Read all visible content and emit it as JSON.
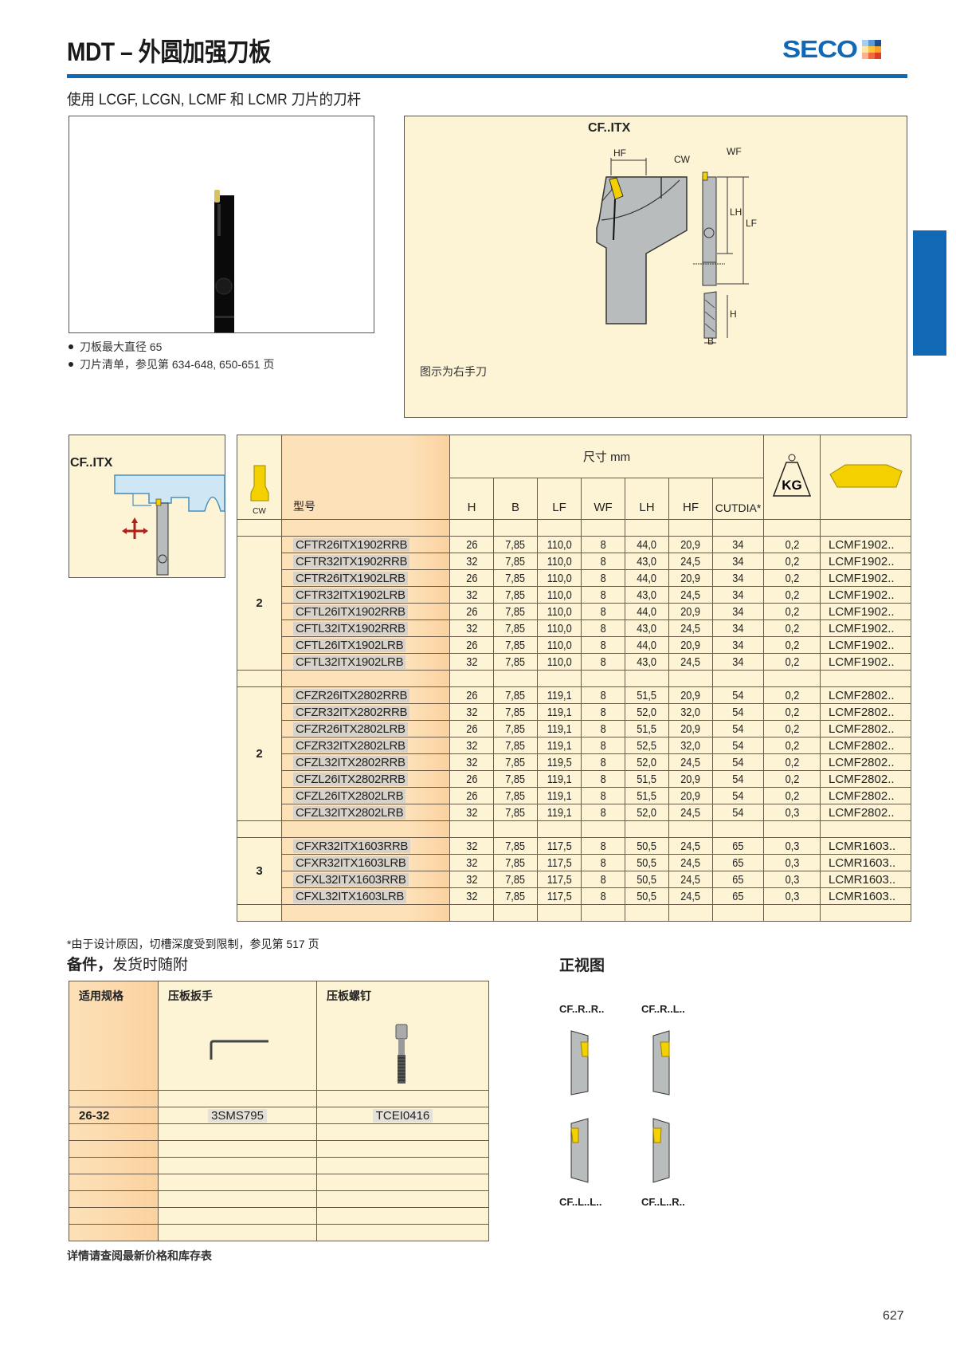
{
  "header": {
    "title": "MDT – 外圆加强刀板",
    "brand": "SECO",
    "brand_color": "#1168b5",
    "logo_colors": [
      "#a9cdee",
      "#5b9bd5",
      "#1d4f91",
      "#fde7a8",
      "#fbc43e",
      "#f5a623",
      "#f8b38e",
      "#f06a3b",
      "#e03d1e"
    ],
    "subtitle": "使用 LCGF, LCGN, LCMF 和 LCMR 刀片的刀杆"
  },
  "photo": {
    "icon": "tool-holder-photo",
    "bullets": [
      "刀板最大直径 65",
      "刀片清单，参见第 634-648, 650-651 页"
    ]
  },
  "diagram": {
    "title": "CF..ITX",
    "labels": {
      "hf": "HF",
      "cw": "CW",
      "wf": "WF",
      "lh": "LH",
      "lf": "LF",
      "h": "H",
      "b": "B"
    },
    "caption": "图示为右手刀"
  },
  "small_box": {
    "title": "CF..ITX",
    "icon": "grooving-application-diagram"
  },
  "main_table": {
    "cw_label": "CW",
    "model_header": "型号",
    "dims_group_header": "尺寸 mm",
    "columns": [
      "H",
      "B",
      "LF",
      "WF",
      "LH",
      "HF",
      "CUTDIA*"
    ],
    "weight_label": "KG",
    "insert_icon": "insert-shape-icon",
    "groups": [
      {
        "cw": "2",
        "rows": [
          {
            "model": "CFTR26ITX1902RRB",
            "H": "26",
            "B": "7,85",
            "LF": "110,0",
            "WF": "8",
            "LH": "44,0",
            "HF": "20,9",
            "CUTDIA": "34",
            "KG": "0,2",
            "insert": "LCMF1902.."
          },
          {
            "model": "CFTR32ITX1902RRB",
            "H": "32",
            "B": "7,85",
            "LF": "110,0",
            "WF": "8",
            "LH": "43,0",
            "HF": "24,5",
            "CUTDIA": "34",
            "KG": "0,2",
            "insert": "LCMF1902.."
          },
          {
            "model": "CFTR26ITX1902LRB",
            "H": "26",
            "B": "7,85",
            "LF": "110,0",
            "WF": "8",
            "LH": "44,0",
            "HF": "20,9",
            "CUTDIA": "34",
            "KG": "0,2",
            "insert": "LCMF1902.."
          },
          {
            "model": "CFTR32ITX1902LRB",
            "H": "32",
            "B": "7,85",
            "LF": "110,0",
            "WF": "8",
            "LH": "43,0",
            "HF": "24,5",
            "CUTDIA": "34",
            "KG": "0,2",
            "insert": "LCMF1902.."
          },
          {
            "model": "CFTL26ITX1902RRB",
            "H": "26",
            "B": "7,85",
            "LF": "110,0",
            "WF": "8",
            "LH": "44,0",
            "HF": "20,9",
            "CUTDIA": "34",
            "KG": "0,2",
            "insert": "LCMF1902.."
          },
          {
            "model": "CFTL32ITX1902RRB",
            "H": "32",
            "B": "7,85",
            "LF": "110,0",
            "WF": "8",
            "LH": "43,0",
            "HF": "24,5",
            "CUTDIA": "34",
            "KG": "0,2",
            "insert": "LCMF1902.."
          },
          {
            "model": "CFTL26ITX1902LRB",
            "H": "26",
            "B": "7,85",
            "LF": "110,0",
            "WF": "8",
            "LH": "44,0",
            "HF": "20,9",
            "CUTDIA": "34",
            "KG": "0,2",
            "insert": "LCMF1902.."
          },
          {
            "model": "CFTL32ITX1902LRB",
            "H": "32",
            "B": "7,85",
            "LF": "110,0",
            "WF": "8",
            "LH": "43,0",
            "HF": "24,5",
            "CUTDIA": "34",
            "KG": "0,2",
            "insert": "LCMF1902.."
          }
        ]
      },
      {
        "cw": "2",
        "rows": [
          {
            "model": "CFZR26ITX2802RRB",
            "H": "26",
            "B": "7,85",
            "LF": "119,1",
            "WF": "8",
            "LH": "51,5",
            "HF": "20,9",
            "CUTDIA": "54",
            "KG": "0,2",
            "insert": "LCMF2802.."
          },
          {
            "model": "CFZR32ITX2802RRB",
            "H": "32",
            "B": "7,85",
            "LF": "119,1",
            "WF": "8",
            "LH": "52,0",
            "HF": "32,0",
            "CUTDIA": "54",
            "KG": "0,2",
            "insert": "LCMF2802.."
          },
          {
            "model": "CFZR26ITX2802LRB",
            "H": "26",
            "B": "7,85",
            "LF": "119,1",
            "WF": "8",
            "LH": "51,5",
            "HF": "20,9",
            "CUTDIA": "54",
            "KG": "0,2",
            "insert": "LCMF2802.."
          },
          {
            "model": "CFZR32ITX2802LRB",
            "H": "32",
            "B": "7,85",
            "LF": "119,1",
            "WF": "8",
            "LH": "52,5",
            "HF": "32,0",
            "CUTDIA": "54",
            "KG": "0,2",
            "insert": "LCMF2802.."
          },
          {
            "model": "CFZL32ITX2802RRB",
            "H": "32",
            "B": "7,85",
            "LF": "119,5",
            "WF": "8",
            "LH": "52,0",
            "HF": "24,5",
            "CUTDIA": "54",
            "KG": "0,2",
            "insert": "LCMF2802.."
          },
          {
            "model": "CFZL26ITX2802RRB",
            "H": "26",
            "B": "7,85",
            "LF": "119,1",
            "WF": "8",
            "LH": "51,5",
            "HF": "20,9",
            "CUTDIA": "54",
            "KG": "0,2",
            "insert": "LCMF2802.."
          },
          {
            "model": "CFZL26ITX2802LRB",
            "H": "26",
            "B": "7,85",
            "LF": "119,1",
            "WF": "8",
            "LH": "51,5",
            "HF": "20,9",
            "CUTDIA": "54",
            "KG": "0,2",
            "insert": "LCMF2802.."
          },
          {
            "model": "CFZL32ITX2802LRB",
            "H": "32",
            "B": "7,85",
            "LF": "119,1",
            "WF": "8",
            "LH": "52,0",
            "HF": "24,5",
            "CUTDIA": "54",
            "KG": "0,3",
            "insert": "LCMF2802.."
          }
        ]
      },
      {
        "cw": "3",
        "rows": [
          {
            "model": "CFXR32ITX1603RRB",
            "H": "32",
            "B": "7,85",
            "LF": "117,5",
            "WF": "8",
            "LH": "50,5",
            "HF": "24,5",
            "CUTDIA": "65",
            "KG": "0,3",
            "insert": "LCMR1603.."
          },
          {
            "model": "CFXR32ITX1603LRB",
            "H": "32",
            "B": "7,85",
            "LF": "117,5",
            "WF": "8",
            "LH": "50,5",
            "HF": "24,5",
            "CUTDIA": "65",
            "KG": "0,3",
            "insert": "LCMR1603.."
          },
          {
            "model": "CFXL32ITX1603RRB",
            "H": "32",
            "B": "7,85",
            "LF": "117,5",
            "WF": "8",
            "LH": "50,5",
            "HF": "24,5",
            "CUTDIA": "65",
            "KG": "0,3",
            "insert": "LCMR1603.."
          },
          {
            "model": "CFXL32ITX1603LRB",
            "H": "32",
            "B": "7,85",
            "LF": "117,5",
            "WF": "8",
            "LH": "50,5",
            "HF": "24,5",
            "CUTDIA": "65",
            "KG": "0,3",
            "insert": "LCMR1603.."
          }
        ]
      }
    ]
  },
  "footnote": "*由于设计原因，切槽深度受到限制，参见第 517 页",
  "spares": {
    "title_bold": "备件，",
    "title_rest": "发货时随附",
    "headers": [
      "适用规格",
      "压板扳手",
      "压板螺钉"
    ],
    "icons": [
      "hex-key-icon",
      "clamp-screw-icon"
    ],
    "rows": [
      {
        "size": "26-32",
        "key": "3SMS795",
        "screw": "TCEI0416"
      }
    ]
  },
  "front_view": {
    "title": "正视图",
    "labels": [
      "CF..R..R..",
      "CF..R..L..",
      "CF..L..L..",
      "CF..L..R.."
    ]
  },
  "footer_note": "详情请查阅最新价格和库存表",
  "page_number": "627",
  "colors": {
    "table_bg": "#fdf3d5",
    "model_col_bg": "#fde1b9",
    "insert_yellow": "#f5d000",
    "holder_gray": "#b9bcbc",
    "accent_blue": "#1168b5"
  }
}
